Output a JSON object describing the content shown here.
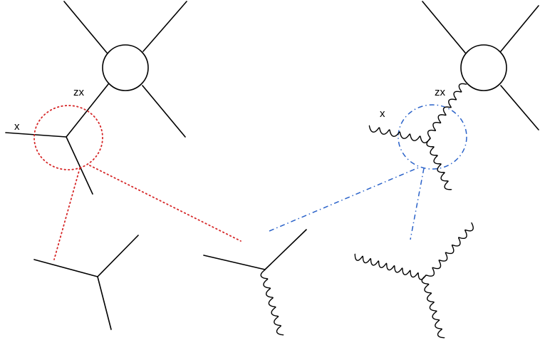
{
  "colors": {
    "ink": "#000000",
    "red_dotted": "#d62728",
    "blue_dashdot": "#2a62c9",
    "background": "#ffffff"
  },
  "left_diagram": {
    "label_zx": "zx",
    "label_x": "x"
  },
  "right_diagram": {
    "label_zx": "zx",
    "label_x": "x"
  }
}
